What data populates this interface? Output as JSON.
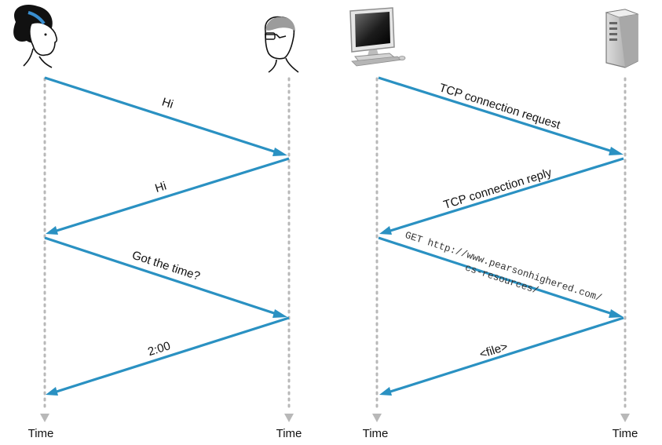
{
  "human_protocol": {
    "messages": [
      "Hi",
      "Hi",
      "Got the time?",
      "2:00"
    ],
    "time_labels": [
      "Time",
      "Time"
    ],
    "icons": [
      "woman-icon",
      "man-icon"
    ]
  },
  "network_protocol": {
    "messages": [
      "TCP connection request",
      "TCP connection reply",
      "<file>"
    ],
    "get_request": [
      "GET http://www.pearsonhighered.com/",
      "cs-resources/"
    ],
    "time_labels": [
      "Time",
      "Time"
    ],
    "icons": [
      "computer-icon",
      "server-icon"
    ]
  },
  "colors": {
    "arrow": "#2a91c2",
    "timeline": "#b8b8b8"
  }
}
